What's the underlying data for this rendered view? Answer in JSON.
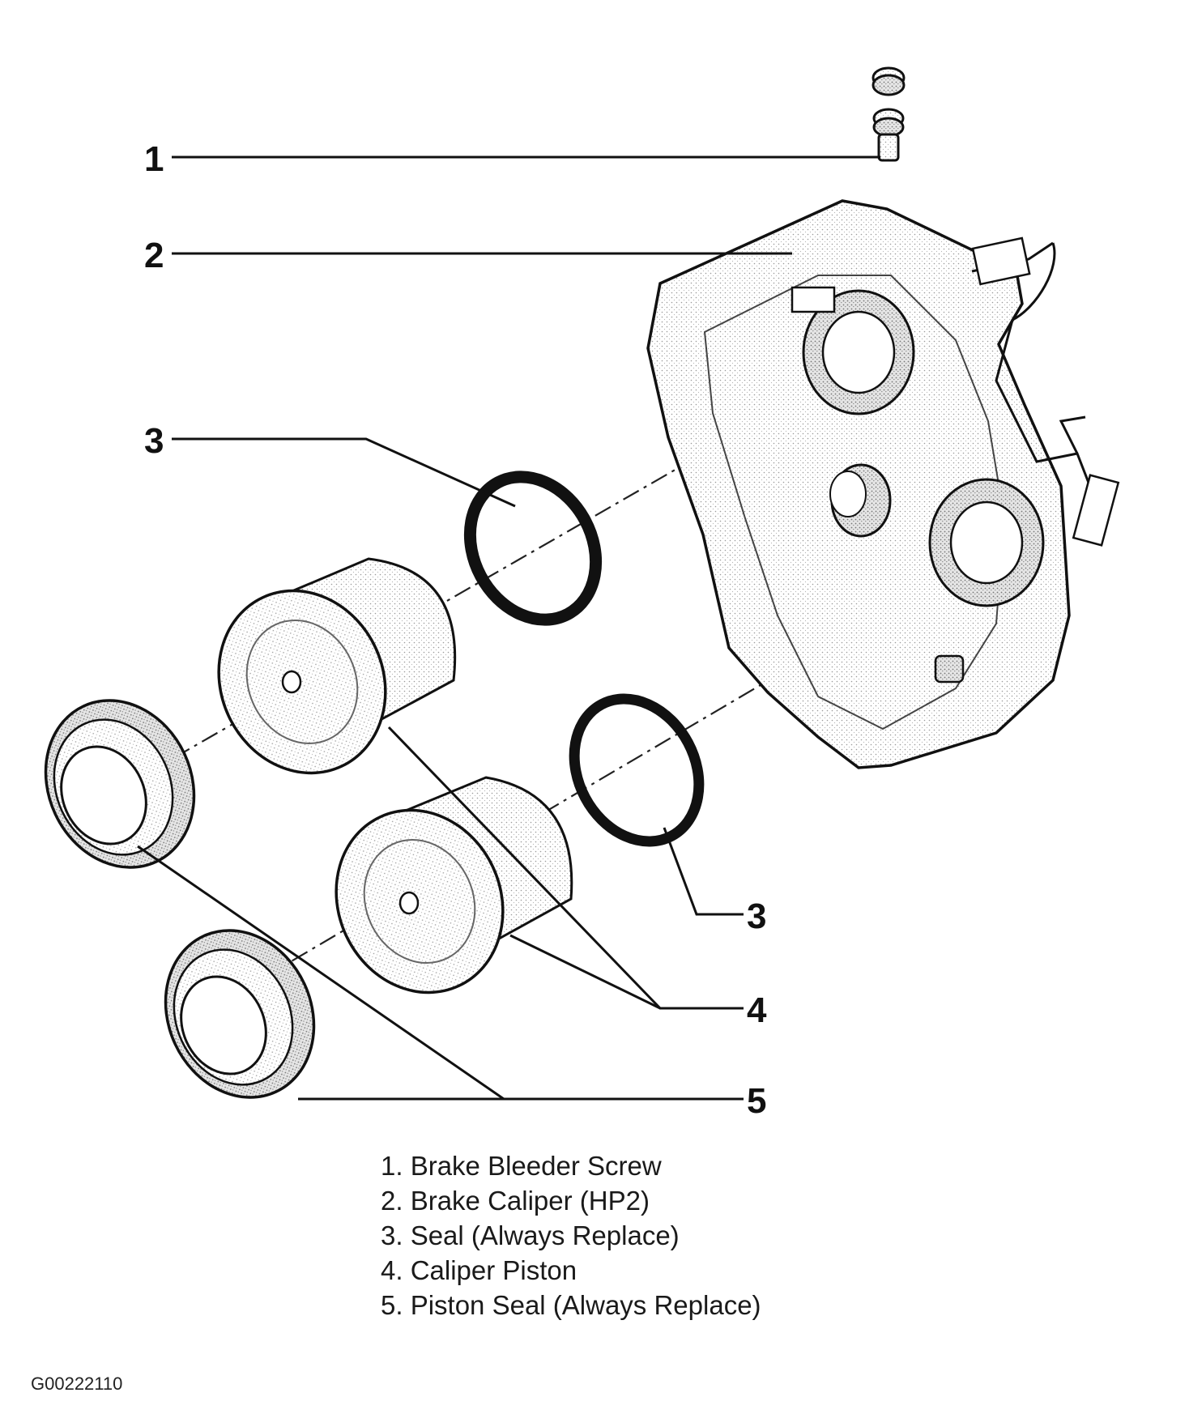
{
  "callouts": [
    {
      "number": "1",
      "part": "bleeder-screw"
    },
    {
      "number": "2",
      "part": "caliper"
    },
    {
      "number": "3",
      "part": "seal-upper"
    },
    {
      "number": "3",
      "part": "seal-lower"
    },
    {
      "number": "4",
      "part": "caliper-pistons"
    },
    {
      "number": "5",
      "part": "piston-seals"
    }
  ],
  "legend": [
    "1. Brake Bleeder Screw",
    "2. Brake Caliper (HP2)",
    "3. Seal (Always Replace)",
    "4. Caliper Piston",
    "5. Piston Seal (Always Replace)"
  ],
  "figure_id": "G00222110"
}
